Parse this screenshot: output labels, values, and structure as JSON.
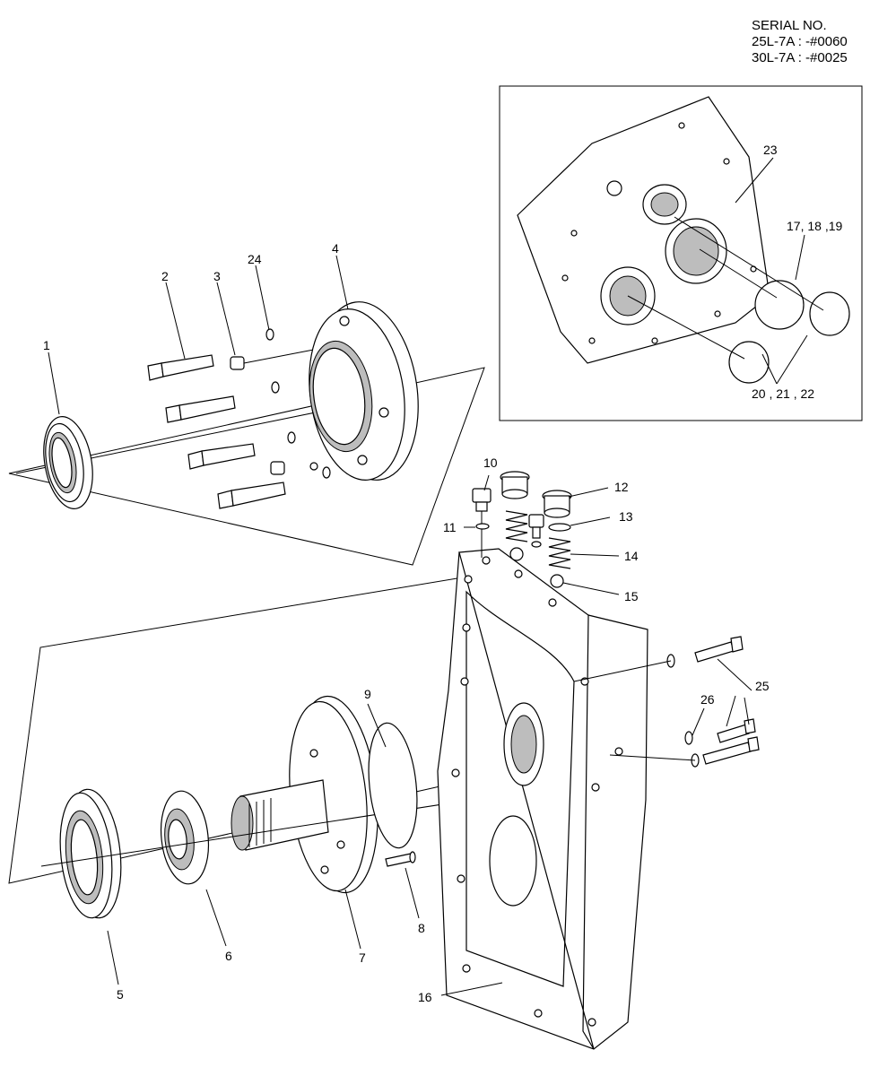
{
  "serial": {
    "title": "SERIAL NO.",
    "line1": "25L-7A : -#0060",
    "line2": "30L-7A : -#0025"
  },
  "callouts": {
    "c1": "1",
    "c2": "2",
    "c3": "3",
    "c4": "4",
    "c5": "5",
    "c6": "6",
    "c7": "7",
    "c8": "8",
    "c9": "9",
    "c10": "10",
    "c11": "11",
    "c12": "12",
    "c13": "13",
    "c14": "14",
    "c15": "15",
    "c16": "16",
    "c17": "17, 18 ,19",
    "c20": "20 , 21 , 22",
    "c23": "23",
    "c24": "24",
    "c25": "25",
    "c26": "26"
  }
}
